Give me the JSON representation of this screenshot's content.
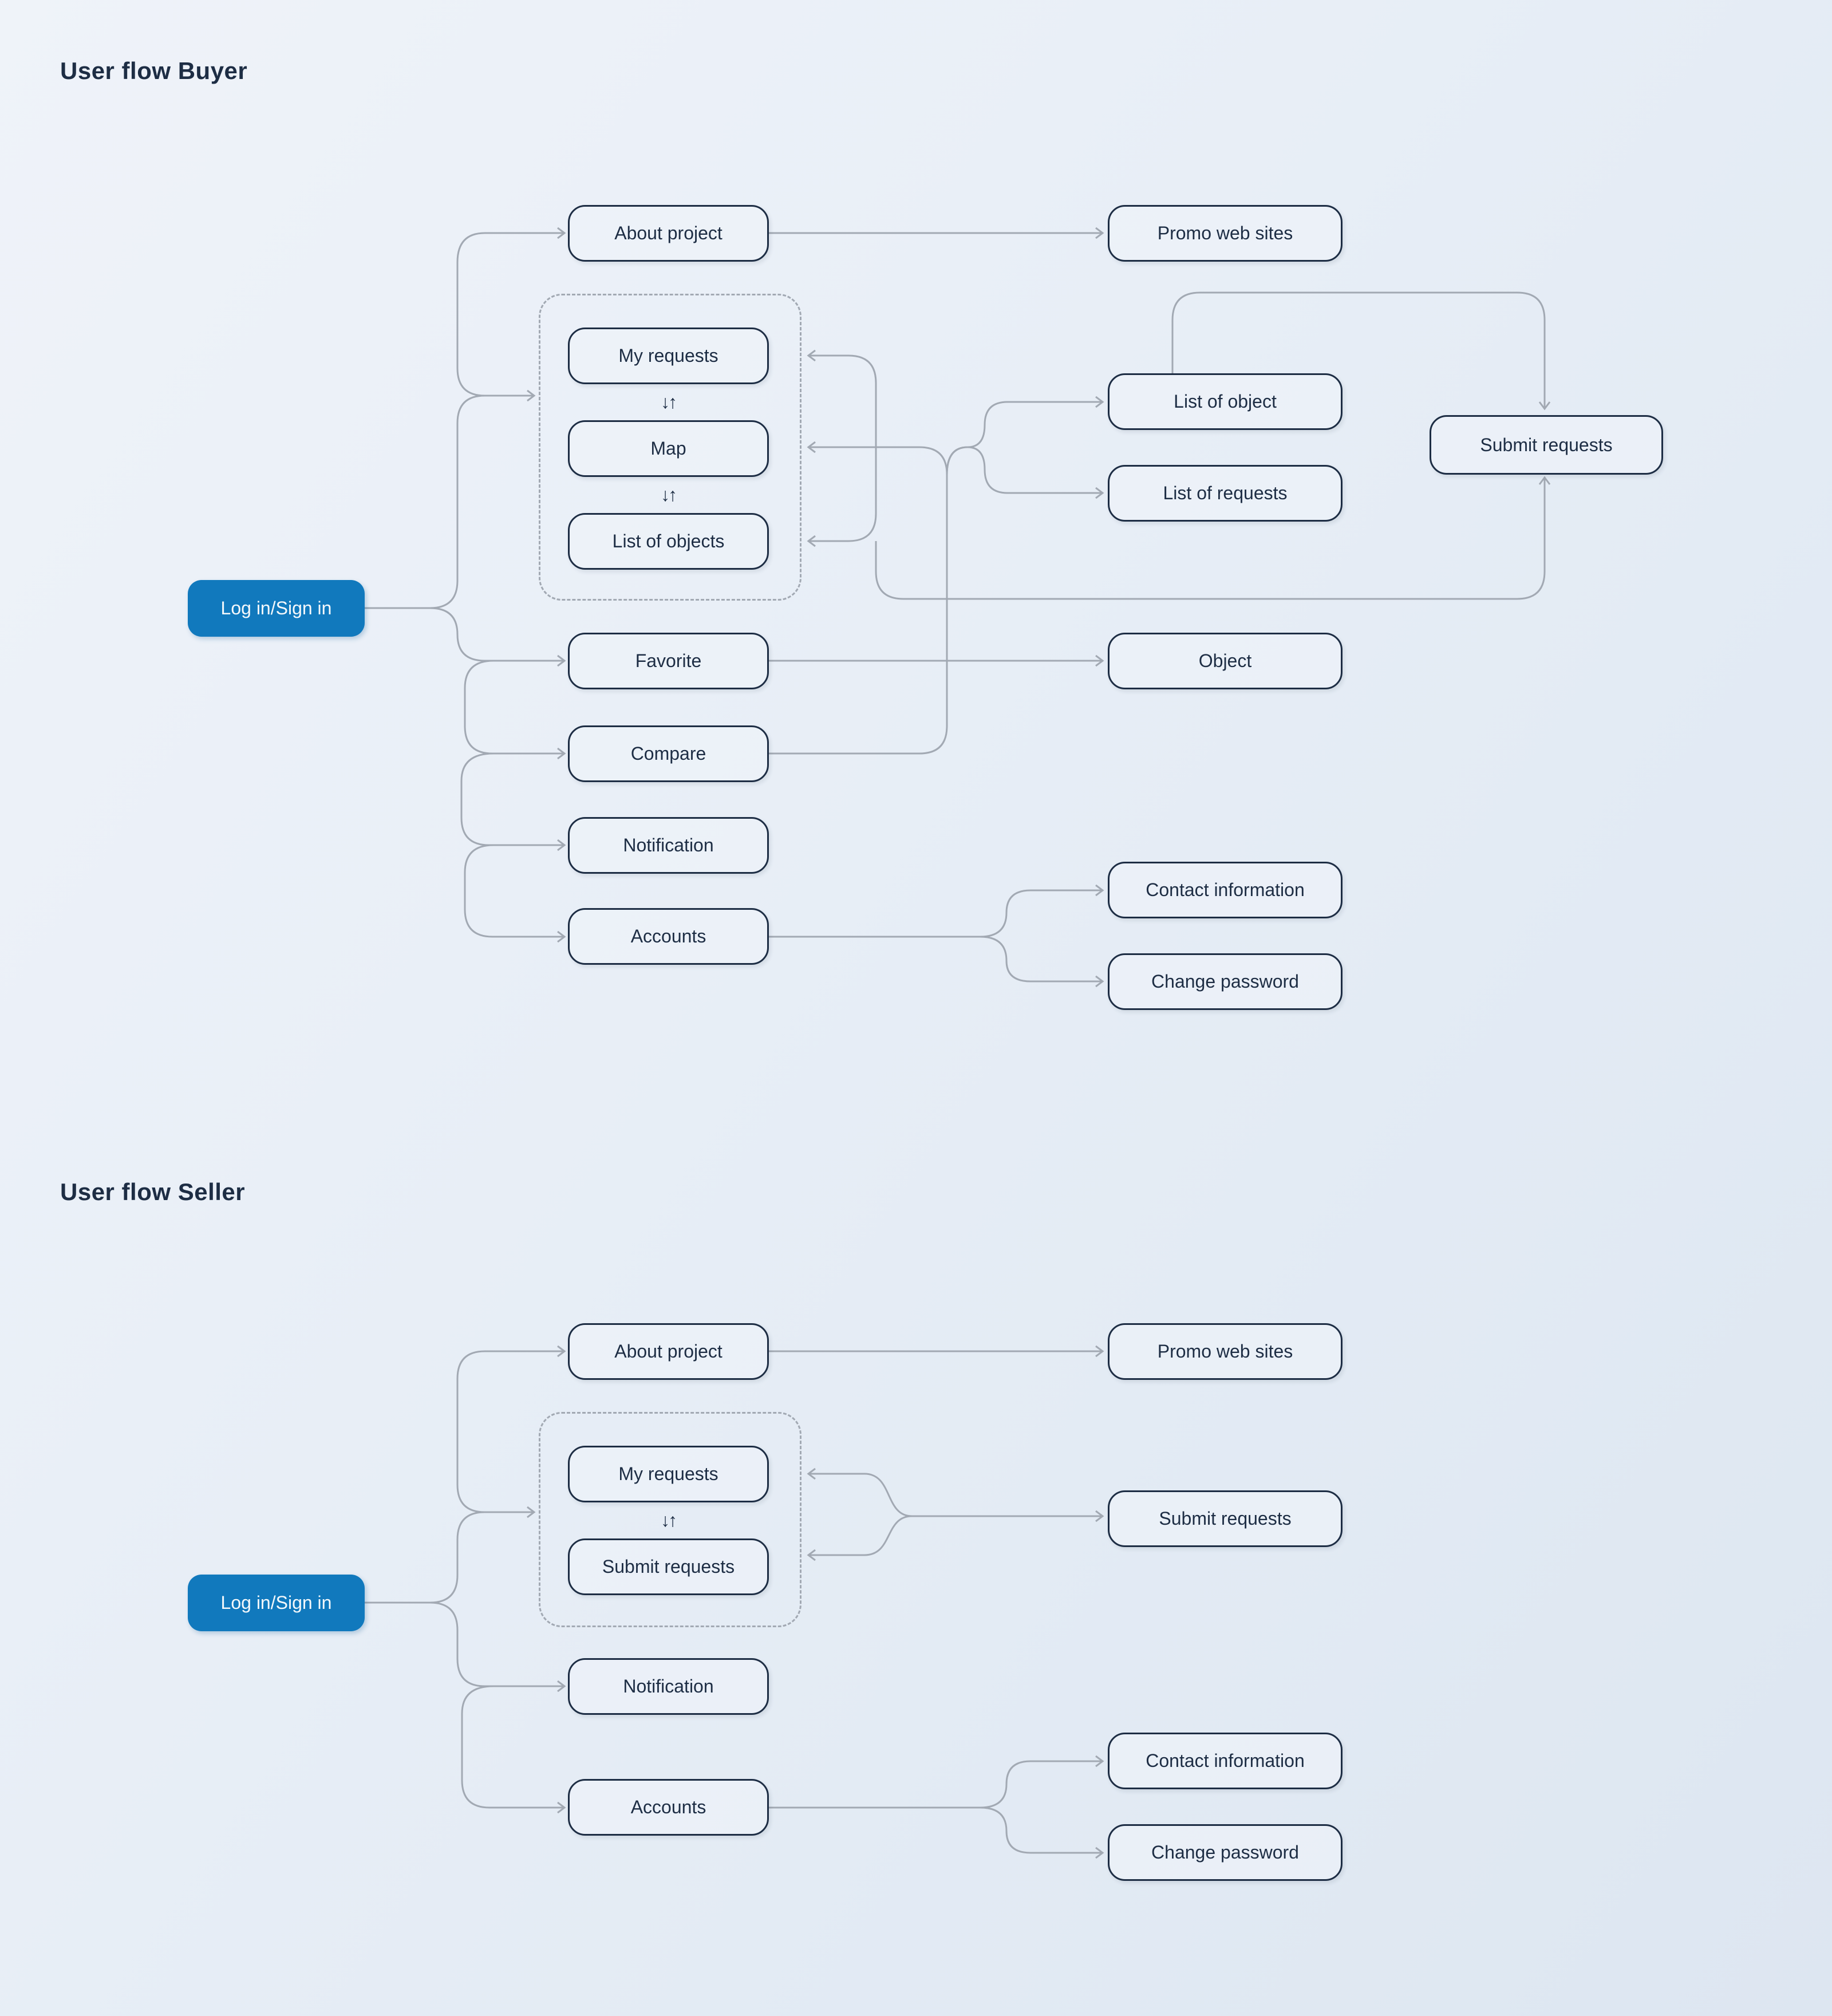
{
  "colors": {
    "accent_blue": "#1179bd",
    "node_border": "#1d2d44",
    "node_text": "#1d2d44",
    "connector_gray": "#a2a9b3",
    "background_light": "#eff3f9",
    "background_dark": "#dde6f1"
  },
  "icons": {
    "sync": "↓↑"
  },
  "buyer": {
    "title": "User flow Buyer",
    "login": "Log in/Sign in",
    "about_project": "About project",
    "promo_web_sites": "Promo web sites",
    "my_requests": "My requests",
    "map": "Map",
    "list_of_objects": "List of objects",
    "favorite": "Favorite",
    "compare": "Compare",
    "notification": "Notification",
    "accounts": "Accounts",
    "list_of_object": "List of object",
    "list_of_requests": "List of requests",
    "submit_requests": "Submit requests",
    "object": "Object",
    "contact_information": "Contact information",
    "change_password": "Change password"
  },
  "seller": {
    "title": "User flow Seller",
    "login": "Log in/Sign in",
    "about_project": "About project",
    "promo_web_sites": "Promo web sites",
    "my_requests": "My requests",
    "submit_requests_inner": "Submit requests",
    "submit_requests": "Submit requests",
    "notification": "Notification",
    "accounts": "Accounts",
    "contact_information": "Contact information",
    "change_password": "Change password"
  }
}
